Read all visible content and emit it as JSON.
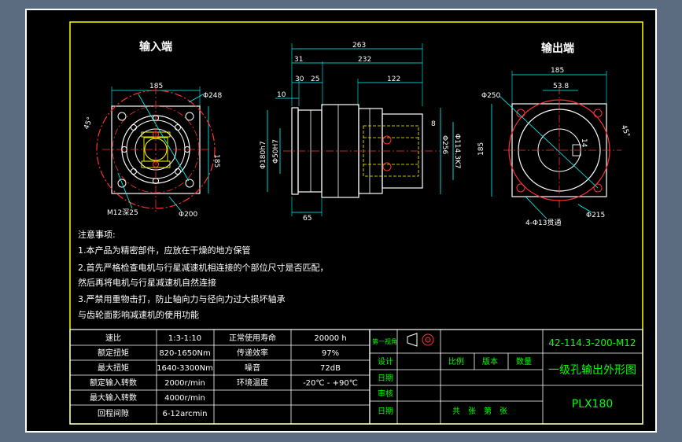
{
  "view_titles": {
    "input": "输入端",
    "output": "输出端"
  },
  "left_view": {
    "width_dim": "185",
    "height_dim": "185",
    "angle_dim": "45°",
    "bolt_circle_dim": "Φ248",
    "flange_dim": "Φ200",
    "thread_dim": "M12深25"
  },
  "side_view": {
    "total_length": "263",
    "dim_31": "31",
    "dim_232": "232",
    "dim_30": "30",
    "dim_25": "25",
    "dim_122": "122",
    "dim_10": "10",
    "dim_8": "8",
    "dim_65": "65",
    "dia_180": "Φ180h7",
    "dia_50": "Φ50H7",
    "dia_256": "Φ256",
    "dia_114": "Φ114.3K7"
  },
  "right_view": {
    "width_dim": "185",
    "height_dim": "185",
    "keyway_dim": "53.8",
    "key_dim": "14",
    "angle_dim": "45°",
    "outer_dia": "Φ250",
    "pcd_dia": "Φ215",
    "hole_dim": "4-Φ13贯通"
  },
  "notes": [
    "注意事项:",
    "1.本产品为精密部件，应放在干燥的地方保管",
    "2.首先严格检查电机与行星减速机相连接的个部位尺寸是否匹配，",
    "然后再将电机与行星减速机自然连接",
    "3.严禁用重物击打，防止轴向力与径向力过大损坏轴承",
    "与齿轮面影响减速机的使用功能"
  ],
  "spec_table": [
    [
      "速比",
      "1:3-1:10",
      "正常使用寿命",
      "20000 h"
    ],
    [
      "额定扭矩",
      "820-1650Nm",
      "传递效率",
      "97%"
    ],
    [
      "最大扭矩",
      "1640-3300Nm",
      "噪音",
      "72dB"
    ],
    [
      "额定输入转数",
      "2000r/min",
      "环境温度",
      "-20℃ - +90℃"
    ],
    [
      "最大输入转数",
      "4000r/min",
      "",
      ""
    ],
    [
      "回程间隙",
      "6-12arcmin",
      "",
      ""
    ]
  ],
  "title_block": {
    "projection_label": "第一视角",
    "design_label": "设计",
    "date_label_1": "日期",
    "review_label": "审核",
    "date_label_2": "日期",
    "scale_label": "比例",
    "version_label": "版本",
    "quantity_label": "数量",
    "sheets_label": "共　张　第　张",
    "drawing_number": "42-114.3-200-M12",
    "drawing_title": "一级孔输出外形图",
    "model": "PLX180"
  },
  "colors": {
    "line": "#ffffff",
    "frame": "#ffff00",
    "center": "#ff3333",
    "dim": "#00ffff",
    "hidden": "#ffff00",
    "title": "#00ff00"
  }
}
